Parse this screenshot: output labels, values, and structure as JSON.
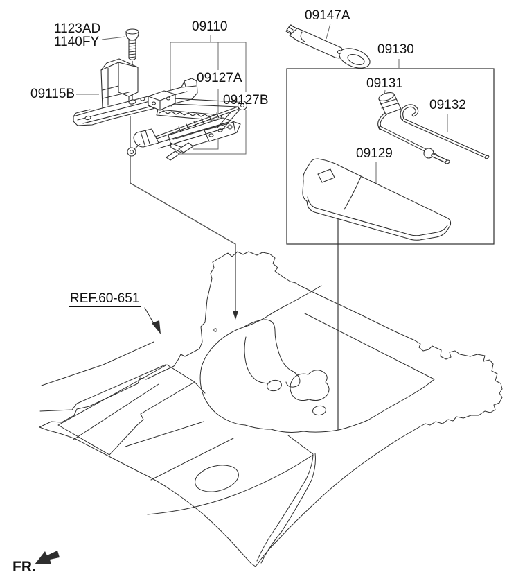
{
  "diagram": {
    "callouts": {
      "bolt_a": "1123AD",
      "bolt_b": "1140FY",
      "jack_bracket": "09115B",
      "jack_assembly": "09110",
      "jack_label_a": "09127A",
      "jack_label_b": "09127B",
      "towing_hook": "09147A",
      "tool_set_box": "09130",
      "wheel_nut_wrench": "09131",
      "jack_handle": "09132",
      "tool_case": "09129",
      "reference": "REF.60-651",
      "front_marker": "FR."
    },
    "colors": {
      "line": "#2e2e2e",
      "label_text": "#111111",
      "background": "#ffffff"
    }
  }
}
